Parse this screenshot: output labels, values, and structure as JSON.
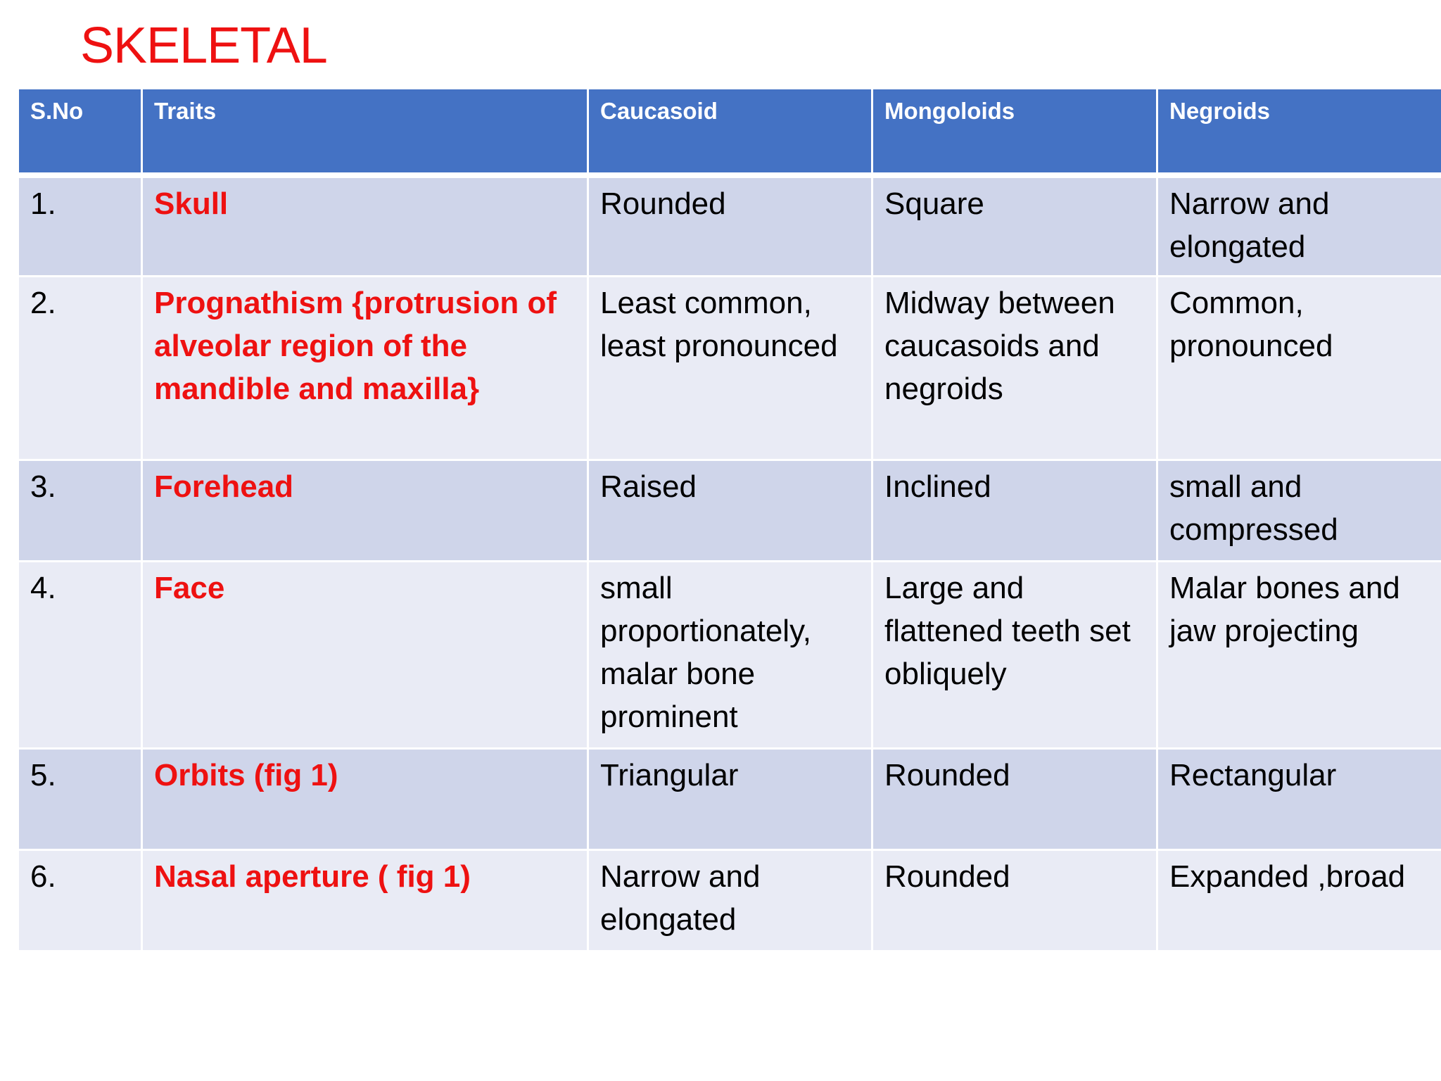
{
  "slide": {
    "title": "SKELETAL"
  },
  "colors": {
    "title": "#ee1111",
    "header_bg": "#4472c4",
    "header_text": "#ffffff",
    "row_dark": "#cfd5ea",
    "row_light": "#e9ebf5",
    "trait_text": "#ee1111",
    "cell_text": "#000000"
  },
  "table": {
    "headers": [
      "S.No",
      "Traits",
      "Caucasoid",
      "Mongoloids",
      "Negroids"
    ],
    "rows": [
      {
        "sno": "1.",
        "trait": "Skull",
        "caucasoid": "Rounded",
        "mongoloids": "Square",
        "negroids": "Narrow and elongated"
      },
      {
        "sno": "2.",
        "trait": "Prognathism {protrusion of alveolar region of the mandible and maxilla}",
        "caucasoid": "Least common, least pronounced",
        "mongoloids": "Midway between caucasoids and negroids",
        "negroids": "Common, pronounced"
      },
      {
        "sno": "3.",
        "trait": "Forehead",
        "caucasoid": "Raised",
        "mongoloids": "Inclined",
        "negroids": "small and compressed"
      },
      {
        "sno": "4.",
        "trait": "Face",
        "caucasoid": "small proportionately, malar bone prominent",
        "mongoloids": "Large and flattened teeth set obliquely",
        "negroids": "Malar bones and jaw projecting"
      },
      {
        "sno": "5.",
        "trait": "Orbits (fig 1)",
        "caucasoid": "Triangular",
        "mongoloids": "Rounded",
        "negroids": "Rectangular"
      },
      {
        "sno": "6.",
        "trait": "Nasal aperture ( fig 1)",
        "caucasoid": "Narrow and elongated",
        "mongoloids": "Rounded",
        "negroids": "Expanded ,broad"
      }
    ]
  }
}
